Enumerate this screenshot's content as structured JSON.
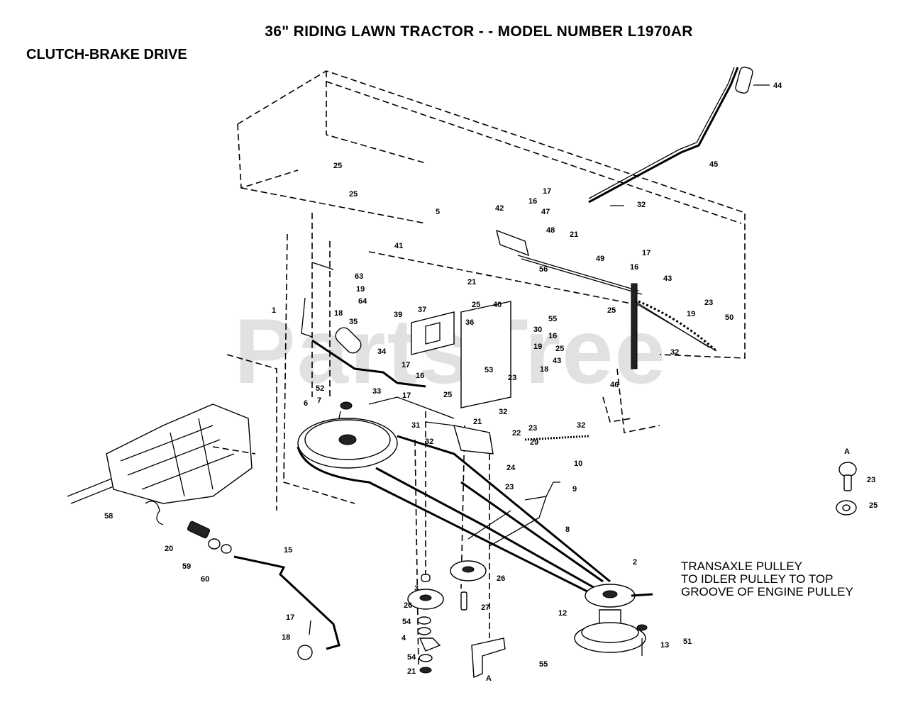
{
  "header": {
    "title": "36\" RIDING LAWN TRACTOR - - MODEL NUMBER L1970AR",
    "section": "CLUTCH-BRAKE DRIVE"
  },
  "note": {
    "lines": [
      "TRANSAXLE PULLEY",
      "TO IDLER PULLEY TO TOP",
      "GROOVE OF ENGINE PULLEY"
    ]
  },
  "watermark": "PartsTree",
  "callouts": [
    "44",
    "45",
    "25",
    "25",
    "32",
    "17",
    "16",
    "5",
    "42",
    "47",
    "48",
    "21",
    "41",
    "49",
    "63",
    "19",
    "64",
    "1",
    "18",
    "17",
    "16",
    "43",
    "23",
    "19",
    "50",
    "56",
    "21",
    "25",
    "39",
    "37",
    "40",
    "55",
    "25",
    "32",
    "36",
    "30",
    "16",
    "19",
    "25",
    "35",
    "34",
    "17",
    "16",
    "53",
    "23",
    "18",
    "43",
    "52",
    "33",
    "17",
    "25",
    "46",
    "6",
    "7",
    "32",
    "21",
    "32",
    "31",
    "22",
    "23",
    "32",
    "29",
    "24",
    "10",
    "23",
    "9",
    "8",
    "58",
    "20",
    "59",
    "60",
    "15",
    "2",
    "3",
    "26",
    "26",
    "27",
    "54",
    "4",
    "54",
    "21",
    "12",
    "51",
    "13",
    "17",
    "18",
    "55",
    "A",
    "A",
    "23",
    "25"
  ],
  "legend_parts": {
    "label": "A",
    "part_top": "23",
    "part_bottom": "25"
  }
}
